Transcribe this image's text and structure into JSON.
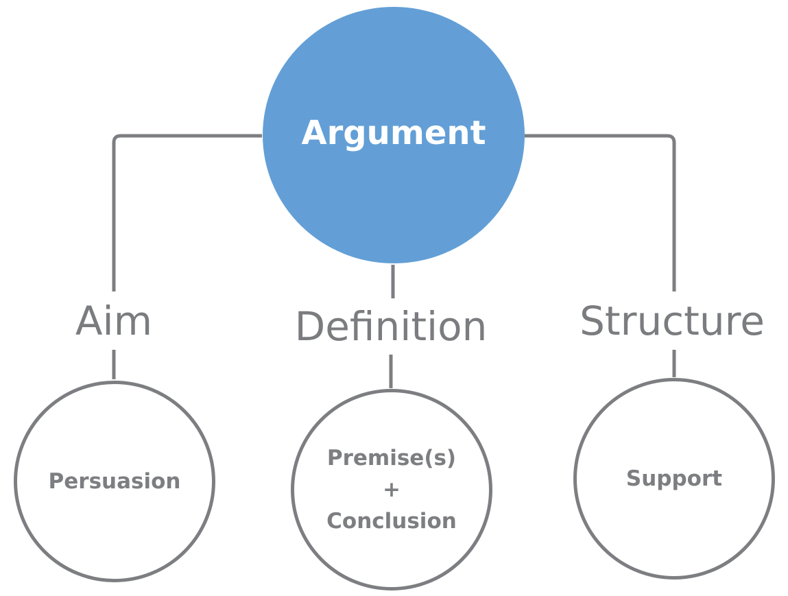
{
  "diagram": {
    "root": {
      "label": "Argument",
      "color": "#639fd6"
    },
    "branches": [
      {
        "label": "Aim",
        "leaf_lines": [
          "Persuasion"
        ]
      },
      {
        "label": "Definition",
        "leaf_lines": [
          "Premise(s)",
          "+",
          "Conclusion"
        ]
      },
      {
        "label": "Structure",
        "leaf_lines": [
          "Support"
        ]
      }
    ],
    "colors": {
      "line": "#7d7e81",
      "text": "#7b7c7f",
      "background": "#ffffff"
    }
  }
}
